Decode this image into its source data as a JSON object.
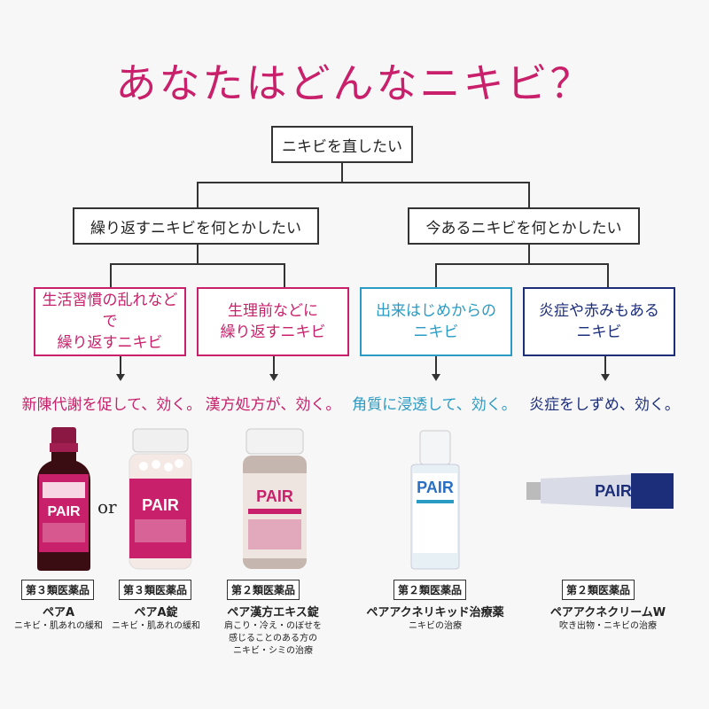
{
  "title": "あなたはどんなニキビ？",
  "root": "ニキビを直したい",
  "branches": {
    "left": "繰り返すニキビを何とかしたい",
    "right": "今あるニキビを何とかしたい"
  },
  "categories": [
    {
      "line1": "生活習慣の乱れなどで",
      "line2": "繰り返すニキビ",
      "color": "#c8206a"
    },
    {
      "line1": "生理前などに",
      "line2": "繰り返すニキビ",
      "color": "#c8206a"
    },
    {
      "line1": "出来はじめからの",
      "line2": "ニキビ",
      "color": "#2a9bc4"
    },
    {
      "line1": "炎症や赤みもある",
      "line2": "ニキビ",
      "color": "#1c2e7a"
    }
  ],
  "effects": [
    {
      "text": "新陳代謝を促して、効く。",
      "color": "#c8206a"
    },
    {
      "text": "漢方処方が、効く。",
      "color": "#c8206a"
    },
    {
      "text": "角質に浸透して、効く。",
      "color": "#2a9bc4"
    },
    {
      "text": "炎症をしずめ、効く。",
      "color": "#1c2e7a"
    }
  ],
  "or_text": "or",
  "products": [
    {
      "badge": "第３類医薬品",
      "name": "ペアA",
      "desc": "ニキビ・肌あれの緩和",
      "label": "PAIR"
    },
    {
      "badge": "第３類医薬品",
      "name": "ペアA錠",
      "desc": "ニキビ・肌あれの緩和",
      "label": "PAIR"
    },
    {
      "badge": "第２類医薬品",
      "name": "ペア漢方エキス錠",
      "desc": "肩こり・冷え・のぼせを\n感じることのある方の\nニキビ・シミの治療",
      "label": "PAIR"
    },
    {
      "badge": "第２類医薬品",
      "name": "ペアアクネリキッド治療薬",
      "desc": "ニキビの治療",
      "label": "PAIR"
    },
    {
      "badge": "第２類医薬品",
      "name": "ペアアクネクリームW",
      "desc": "吹き出物・ニキビの治療",
      "label": "PAIR"
    }
  ]
}
